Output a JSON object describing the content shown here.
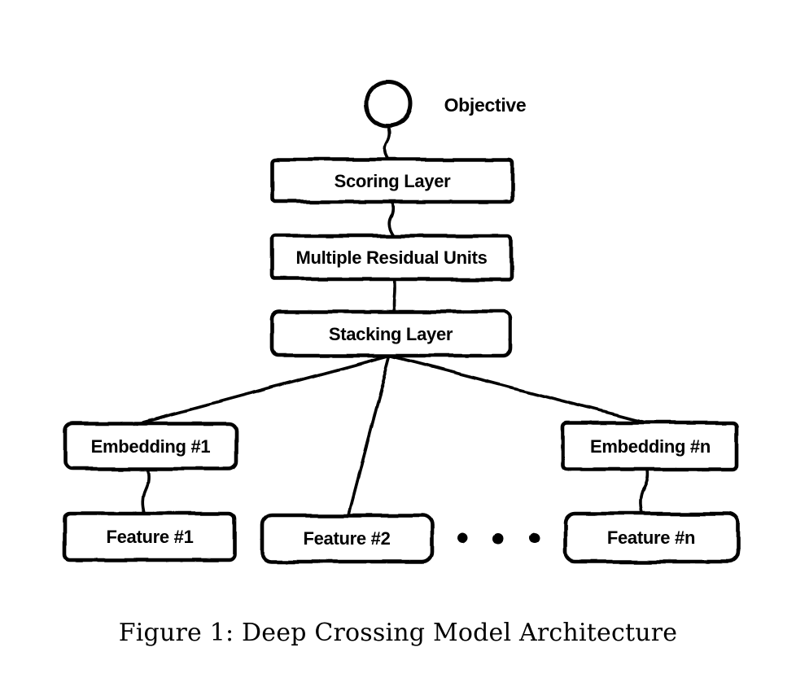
{
  "diagram": {
    "objective_label": "Objective",
    "nodes": {
      "scoring": "Scoring Layer",
      "residual": "Multiple Residual Units",
      "stacking": "Stacking Layer",
      "embedding_1": "Embedding #1",
      "embedding_n": "Embedding #n",
      "feature_1": "Feature #1",
      "feature_2": "Feature #2",
      "feature_n": "Feature #n"
    },
    "colors": {
      "stroke": "#000000",
      "fill": "#ffffff"
    }
  },
  "caption": "Figure 1: Deep Crossing Model Architecture"
}
